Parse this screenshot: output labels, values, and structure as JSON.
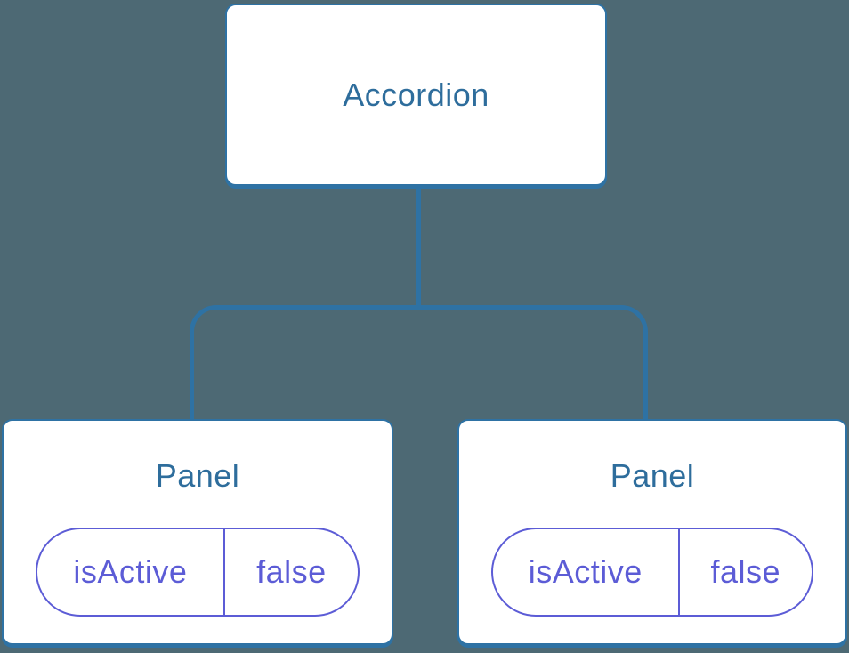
{
  "colors": {
    "background": "#4d6974",
    "node_bg": "#ffffff",
    "node_border": "#2e72a4",
    "node_text": "#2e6d9c",
    "connector": "#2e72a4",
    "state_accent": "#5c5cd6"
  },
  "diagram": {
    "root": {
      "label": "Accordion"
    },
    "panels": [
      {
        "title": "Panel",
        "state": {
          "name": "isActive",
          "value": "false"
        }
      },
      {
        "title": "Panel",
        "state": {
          "name": "isActive",
          "value": "false"
        }
      }
    ]
  }
}
